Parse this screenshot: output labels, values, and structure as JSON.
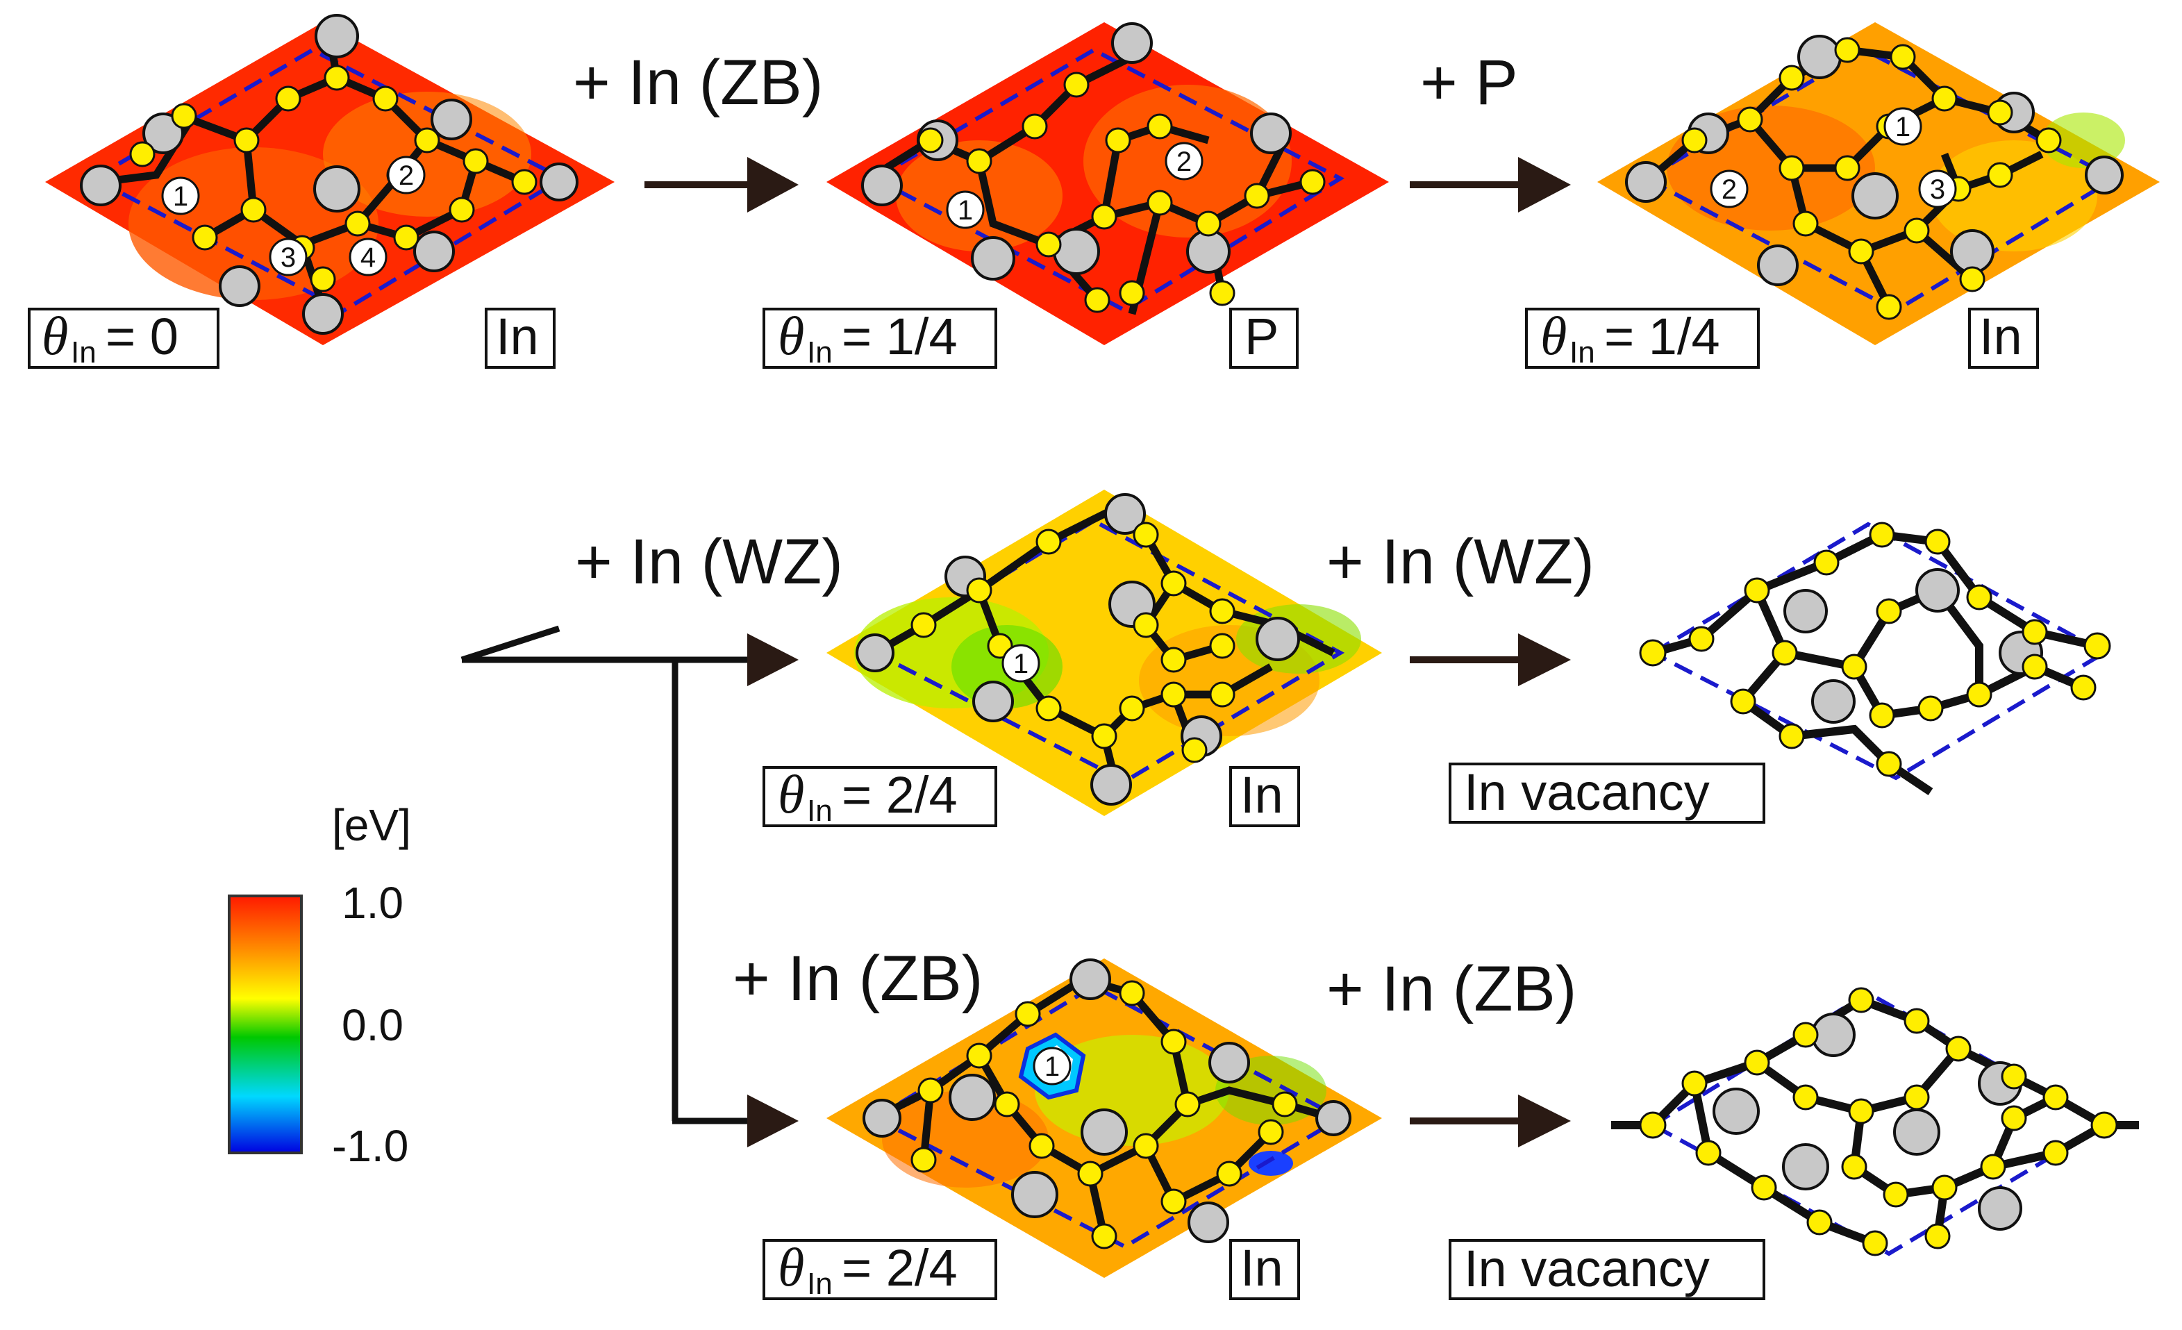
{
  "panels": [
    {
      "theta_symbol": "θ",
      "theta_sub": "In",
      "theta_value": "= 0",
      "species": "In",
      "sites": [
        "1",
        "2",
        "3",
        "4"
      ],
      "surface_colors": [
        "#ff2a00",
        "#ff5a00",
        "#ff8800"
      ]
    },
    {
      "theta_symbol": "θ",
      "theta_sub": "In",
      "theta_value": "= 1/4",
      "species": "P",
      "sites": [
        "1",
        "2"
      ],
      "surface_colors": [
        "#ff2200",
        "#ff6a00",
        "#ffb000"
      ]
    },
    {
      "theta_symbol": "θ",
      "theta_sub": "In",
      "theta_value": "= 1/4",
      "species": "In",
      "sites": [
        "1",
        "2",
        "3"
      ],
      "surface_colors": [
        "#ffa000",
        "#ff6000",
        "#ffd200"
      ]
    },
    {
      "theta_symbol": "θ",
      "theta_sub": "In",
      "theta_value": "= 2/4",
      "species": "In",
      "sites": [
        "1"
      ],
      "surface_colors": [
        "#ffd000",
        "#b8f000",
        "#5fe000"
      ]
    },
    {
      "theta_symbol": "θ",
      "theta_sub": "In",
      "theta_value": "= 2/4",
      "species": "In",
      "sites": [
        "1"
      ],
      "surface_colors": [
        "#ffa800",
        "#c8f000",
        "#ff7000"
      ]
    }
  ],
  "vacancy_panels": [
    {
      "label": "In vacancy"
    },
    {
      "label": "In vacancy"
    }
  ],
  "steps": [
    {
      "label": "+ In (ZB)"
    },
    {
      "label": "+ P"
    },
    {
      "label": "+ In (WZ)"
    },
    {
      "label": "+ In (WZ)"
    },
    {
      "label": "+ In (ZB)"
    },
    {
      "label": "+ In (ZB)"
    }
  ],
  "colorbar": {
    "unit": "[eV]",
    "max_label": "1.0",
    "mid_label": "0.0",
    "min_label": "-1.0",
    "range": [
      -1.0,
      1.0
    ],
    "colors": [
      "#0000e0",
      "#00d8ff",
      "#00c800",
      "#ffff00",
      "#ff8800",
      "#ff1a00"
    ]
  },
  "atom_colors": {
    "in": "#c8c8c8",
    "p": "#ffee00",
    "bond": "#111111",
    "cell_outline": "#1a1acc"
  }
}
